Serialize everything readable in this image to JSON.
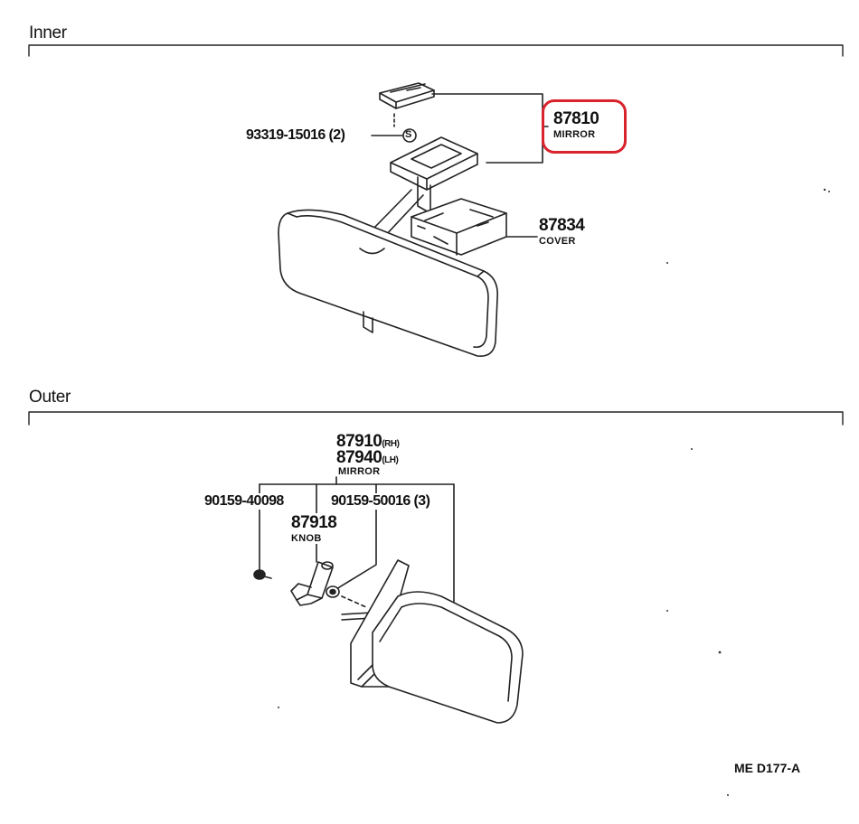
{
  "sections": {
    "inner": {
      "title": "Inner",
      "parts": {
        "mirror": {
          "number": "87810",
          "name": "MIRROR",
          "highlighted": true
        },
        "screw": {
          "text": "93319-15016 (2)"
        },
        "screw_marker": "S",
        "cover": {
          "number": "87834",
          "name": "COVER"
        }
      }
    },
    "outer": {
      "title": "Outer",
      "parts": {
        "mirror": {
          "rh_number": "87910",
          "rh_suffix": "(RH)",
          "lh_number": "87940",
          "lh_suffix": "(LH)",
          "name": "MIRROR"
        },
        "screw_left": {
          "text": "90159-40098"
        },
        "screw_right": {
          "text": "90159-50016 (3)"
        },
        "knob": {
          "number": "87918",
          "name": "KNOB"
        }
      }
    }
  },
  "footer": {
    "code": "ME  D177-A"
  },
  "colors": {
    "highlight": "#d9232d",
    "ink": "#111111"
  }
}
